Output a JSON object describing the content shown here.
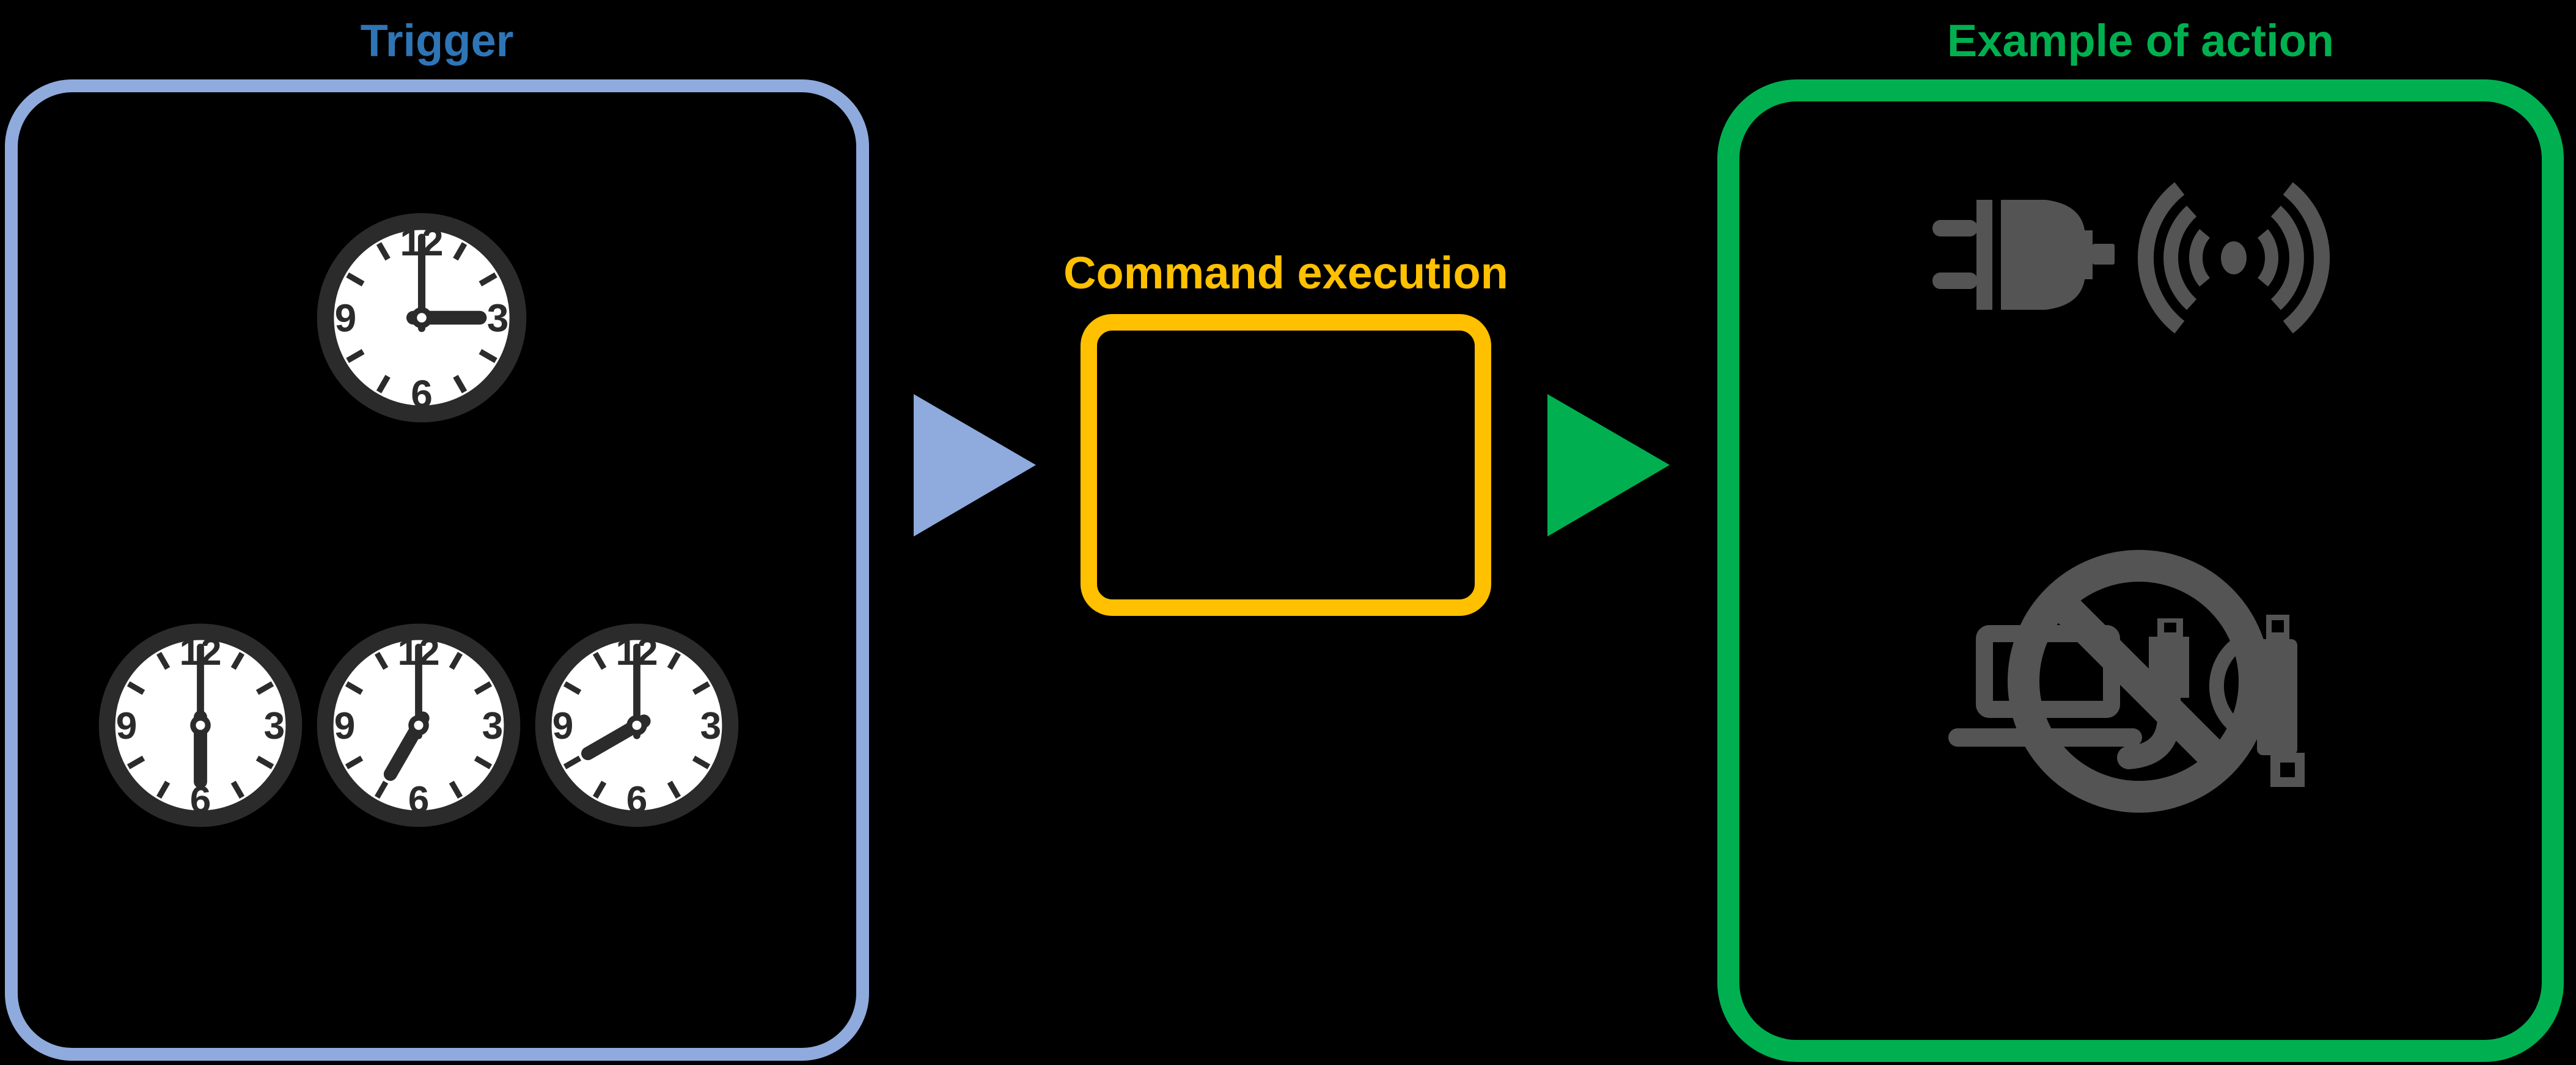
{
  "background": "#000000",
  "trigger": {
    "label": "Trigger",
    "label_color": "#2E75B6",
    "box_color": "#8FAADC",
    "clock_style": {
      "ring": "#2B2B2B",
      "face": "#FFFFFF",
      "numerals": [
        "12",
        "3",
        "6",
        "9"
      ]
    },
    "clocks_top": [
      {
        "time": "3:00",
        "hour_angle": 90,
        "minute_angle": 0
      }
    ],
    "clocks_bottom": [
      {
        "time": "6:00",
        "hour_angle": 180,
        "minute_angle": 0
      },
      {
        "time": "7:00",
        "hour_angle": 210,
        "minute_angle": 0
      },
      {
        "time": "8:00",
        "hour_angle": 240,
        "minute_angle": 0
      }
    ]
  },
  "command": {
    "label": "Command execution",
    "color": "#FFC000"
  },
  "action": {
    "label": "Example of action",
    "color": "#00B050",
    "icon_color": "#545454",
    "icons": [
      {
        "name": "power-plug"
      },
      {
        "name": "wireless-signal"
      },
      {
        "name": "no-devices-prohibition"
      }
    ]
  },
  "arrows": [
    {
      "id": "trigger-to-command",
      "color": "#8FAADC"
    },
    {
      "id": "command-to-action",
      "color": "#00B050"
    }
  ]
}
